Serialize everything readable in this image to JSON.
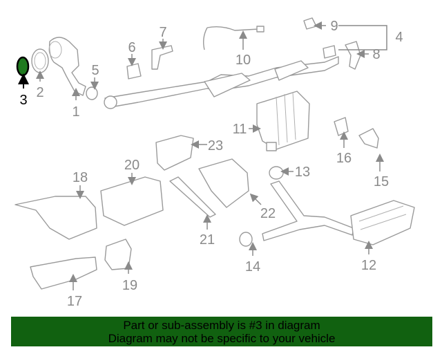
{
  "diagram": {
    "callouts": [
      "1",
      "2",
      "3",
      "4",
      "5",
      "6",
      "7",
      "8",
      "9",
      "10",
      "11",
      "12",
      "13",
      "14",
      "15",
      "16",
      "17",
      "18",
      "19",
      "20",
      "21",
      "22",
      "23"
    ],
    "selected_callout": "3",
    "highlight_color": "#1f7a1f",
    "banner_color": "#116110"
  },
  "banner": {
    "line1": "Part or sub-assembly is #3 in diagram",
    "line2": "Diagram may not be specific to your vehicle"
  }
}
